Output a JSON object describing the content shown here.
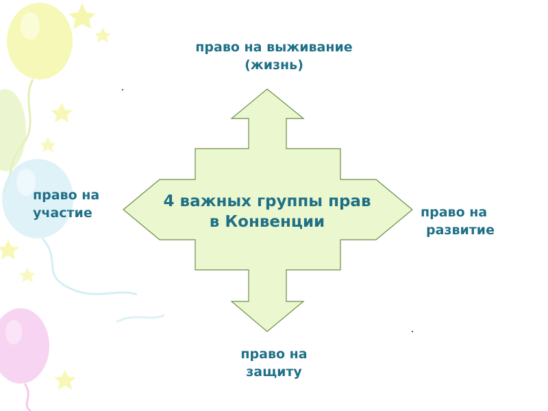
{
  "center": {
    "line1": "4 важных группы прав",
    "line2": "в Конвенции"
  },
  "top": {
    "line1": "право на выживание",
    "line2": "(жизнь)"
  },
  "left": {
    "line1": "право на",
    "line2": "участие"
  },
  "right": {
    "line1": "право на",
    "line2": "развитие"
  },
  "bottom": {
    "line1": "право на",
    "line2": "защиту"
  },
  "colors": {
    "arrow_fill": "#ebf7cf",
    "arrow_stroke": "#6a8c45",
    "text": "#1f6f86",
    "decor_yellow": "#f3f59a",
    "decor_green": "#dff0b0",
    "decor_blue": "#d4eef6",
    "decor_pink": "#f4c8ee"
  }
}
